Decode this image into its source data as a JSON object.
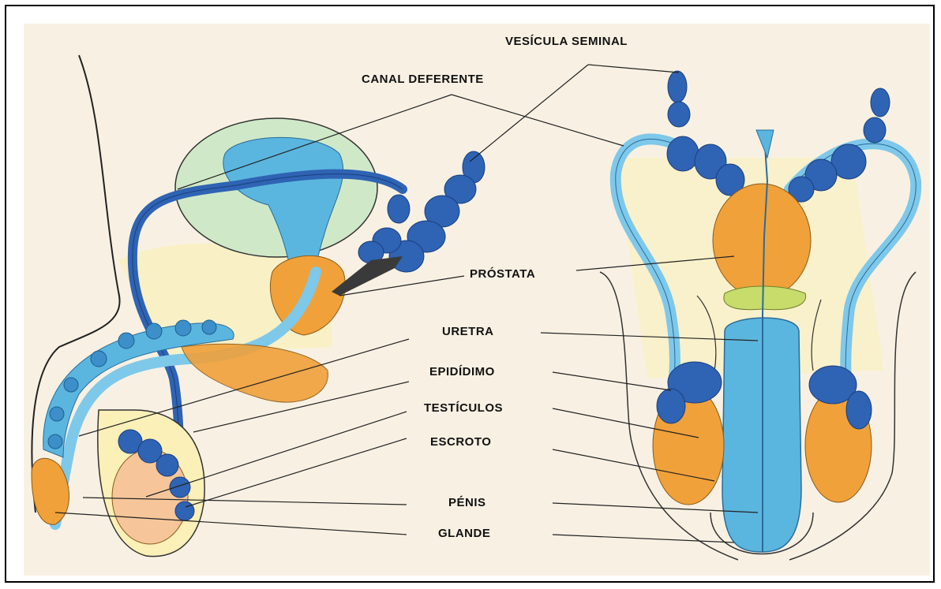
{
  "labels": {
    "vesicula_seminal": "VESÍCULA SEMINAL",
    "canal_deferente": "CANAL DEFERENTE",
    "prostata": "PRÓSTATA",
    "uretra": "URETRA",
    "epididimo": "EPIDÍDIMO",
    "testiculos": "TESTÍCULOS",
    "escroto": "ESCROTO",
    "penis": "PÉNIS",
    "glande": "GLANDE"
  },
  "colors": {
    "paper": "#f8f1e3",
    "bladder_green": "#cfe9c8",
    "bladder_blue": "#5bb6df",
    "duct_blue": "#2f63b3",
    "dark_blue": "#1f4ea0",
    "light_blue": "#7ec8ea",
    "orange": "#f0a13a",
    "skin": "#f6d9a8",
    "pale_yellow": "#faf0b8",
    "lime": "#c7dc6a",
    "dark": "#3a3a3a"
  }
}
